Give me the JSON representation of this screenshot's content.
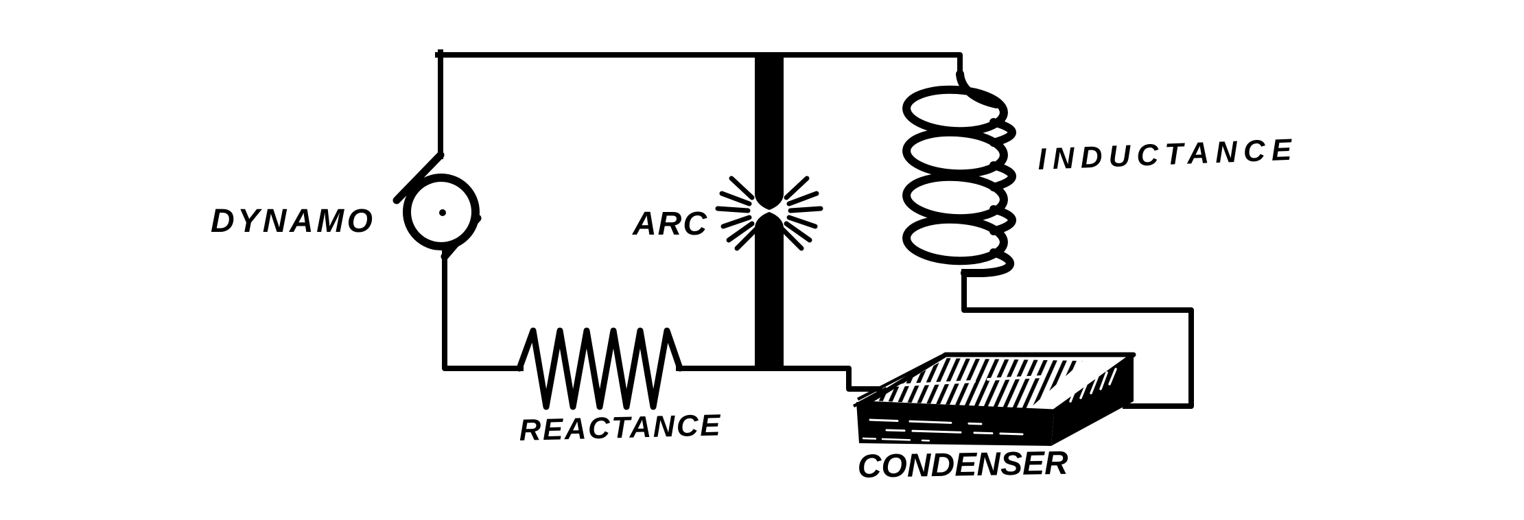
{
  "diagram": {
    "type": "circuit-schematic",
    "style": "vintage-hand-drawn-ink",
    "colors": {
      "ink": "#000000",
      "background": "#ffffff"
    },
    "components": [
      {
        "id": "dynamo",
        "label": "DYNAMO",
        "symbol": "generator-circle-with-brushes"
      },
      {
        "id": "arc",
        "label": "ARC",
        "symbol": "electrode-gap-with-spark-rays"
      },
      {
        "id": "inductance",
        "label": "INDUCTANCE",
        "symbol": "helical-coil-4-turns"
      },
      {
        "id": "reactance",
        "label": "REACTANCE",
        "symbol": "zigzag-coil"
      },
      {
        "id": "condenser",
        "label": "CONDENSER",
        "symbol": "plate-stack-3d-box"
      }
    ]
  }
}
